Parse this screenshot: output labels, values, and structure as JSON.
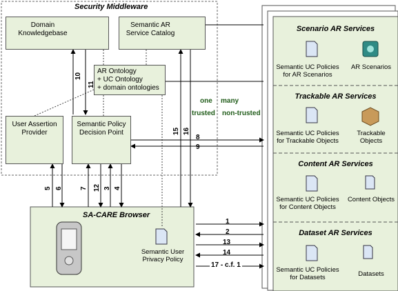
{
  "security_middleware": {
    "title": "Security Middleware",
    "domain_kb": "Domain Knowledgebase",
    "semantic_catalog": "Semantic AR Service Catalog",
    "ontology_lines": [
      "AR Ontology",
      "+ UC Ontology",
      "+ domain ontologies"
    ],
    "user_assertion": "User Assertion Provider",
    "policy_point": "Semantic Policy Decision Point"
  },
  "trust": {
    "one": "one",
    "many": "many",
    "trusted": "trusted",
    "non_trusted": "non-trusted"
  },
  "browser": {
    "title": "SA-CARE Browser",
    "policy": "Semantic User Privacy Policy"
  },
  "services": [
    {
      "title": "Scenario AR Services",
      "left": "Semantic UC Policies for AR Scenarios",
      "right": "AR Scenarios"
    },
    {
      "title": "Trackable AR Services",
      "left": "Semantic UC Policies for Trackable Objects",
      "right": "Trackable Objects"
    },
    {
      "title": "Content AR Services",
      "left": "Semantic UC Policies for Content Objects",
      "right": "Content Objects"
    },
    {
      "title": "Dataset AR Services",
      "left": "Semantic UC Policies for Datasets",
      "right": "Datasets"
    }
  ],
  "flows": {
    "f10": "10",
    "f11": "11",
    "f15": "15",
    "f16": "16",
    "f8": "8",
    "f9": "9",
    "f5": "5",
    "f6": "6",
    "f7": "7",
    "f12": "12",
    "f3": "3",
    "f4": "4",
    "f1": "1",
    "f2": "2",
    "f13": "13",
    "f14": "14",
    "f17": "17 - c.f. 1"
  }
}
